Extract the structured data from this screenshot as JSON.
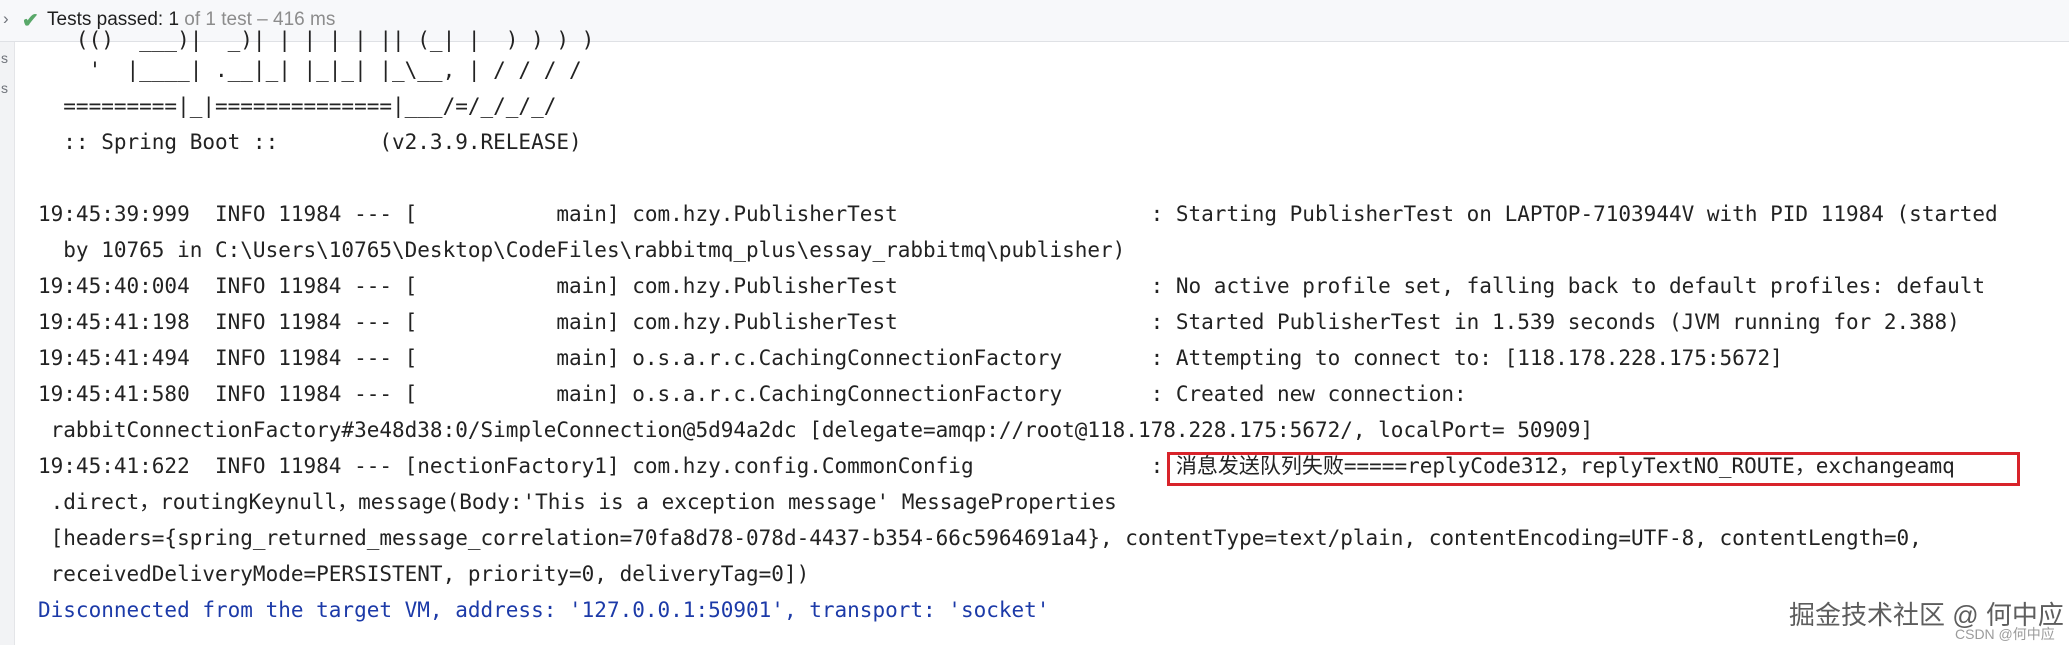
{
  "topbar": {
    "expand_glyph": "›",
    "check_glyph": "✔",
    "status_label": "Tests passed: ",
    "status_count": "1",
    "status_detail": " of 1 test – 416 ms"
  },
  "gutter": {
    "glyphs": [
      "s",
      "s"
    ]
  },
  "console": {
    "lines": [
      "   (()  ___)|  _)| | | | | || (_| |  ) ) ) )",
      "    '  |____| .__|_| |_|_| |_\\__, | / / / /",
      "  =========|_|==============|___/=/_/_/_/",
      "  :: Spring Boot ::        (v2.3.9.RELEASE)",
      "",
      "19:45:39:999  INFO 11984 --- [           main] com.hzy.PublisherTest                    : Starting PublisherTest on LAPTOP-7103944V with PID 11984 (started",
      "  by 10765 in C:\\Users\\10765\\Desktop\\CodeFiles\\rabbitmq_plus\\essay_rabbitmq\\publisher)",
      "19:45:40:004  INFO 11984 --- [           main] com.hzy.PublisherTest                    : No active profile set, falling back to default profiles: default",
      "19:45:41:198  INFO 11984 --- [           main] com.hzy.PublisherTest                    : Started PublisherTest in 1.539 seconds (JVM running for 2.388)",
      "19:45:41:494  INFO 11984 --- [           main] o.s.a.r.c.CachingConnectionFactory       : Attempting to connect to: [118.178.228.175:5672]",
      "19:45:41:580  INFO 11984 --- [           main] o.s.a.r.c.CachingConnectionFactory       : Created new connection:",
      " rabbitConnectionFactory#3e48d38:0/SimpleConnection@5d94a2dc [delegate=amqp://root@118.178.228.175:5672/, localPort= 50909]",
      "19:45:41:622  INFO 11984 --- [nectionFactory1] com.hzy.config.CommonConfig              : 消息发送队列失败=====replyCode312，replyTextNO_ROUTE，exchangeamq",
      " .direct，routingKeynull，message(Body:'This is a exception message' MessageProperties",
      " [headers={spring_returned_message_correlation=70fa8d78-078d-4437-b354-66c5964691a4}, contentType=text/plain, contentEncoding=UTF-8, contentLength=0,",
      " receivedDeliveryMode=PERSISTENT, priority=0, deliveryTag=0])",
      "Disconnected from the target VM, address: '127.0.0.1:50901', transport: 'socket'"
    ]
  },
  "watermark": {
    "main": "掘金技术社区 @ 何中应",
    "csdn": "CSDN @何中应"
  },
  "colors": {
    "default_text": "#222222",
    "disconnect_text": "#1c3aa8",
    "highlight_border": "#d8232a",
    "pass_check": "#59a869"
  }
}
